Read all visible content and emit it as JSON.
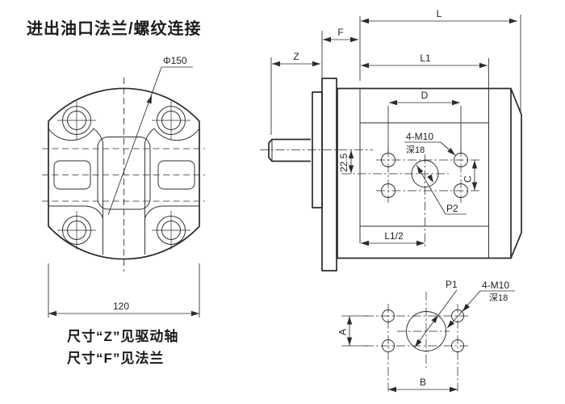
{
  "title": "进出油口法兰/螺纹连接",
  "notes": [
    "尺寸“Z”见驱动轴",
    "尺寸“F”见法兰"
  ],
  "front_view": {
    "diameter": "Φ150",
    "width": "120"
  },
  "side_view": {
    "length": "L",
    "length1": "L1",
    "flange_dim": "F",
    "shaft_dim": "Z",
    "bolt_span": "D",
    "bolt_pitch": "C",
    "axis_offset": "22.5",
    "half_length": "L1/2",
    "port": "P2",
    "thread": "4-M10",
    "thread_depth": "深18"
  },
  "port_view": {
    "pitch_a": "A",
    "pitch_b": "B",
    "port": "P1",
    "thread": "4-M10",
    "thread_depth": "深18"
  },
  "colors": {
    "line": "#2b2b2b",
    "background": "#ffffff"
  }
}
